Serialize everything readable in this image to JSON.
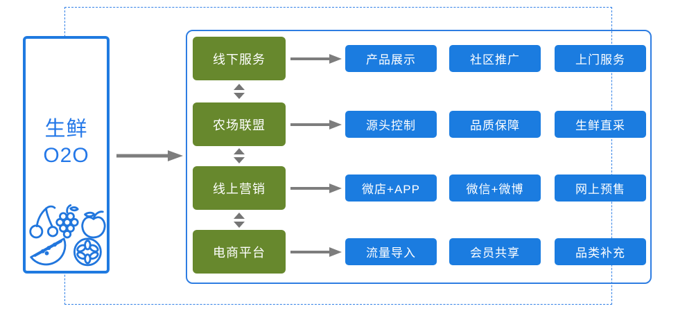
{
  "source": {
    "title_line1": "生鲜",
    "title_line2": "O2O",
    "fruit_icons": [
      "cherries-icon",
      "grapes-icon",
      "apple-icon",
      "watermelon-icon",
      "citrus-slice-icon"
    ]
  },
  "rows": [
    {
      "category": "线下服务",
      "items": [
        "产品展示",
        "社区推广",
        "上门服务"
      ]
    },
    {
      "category": "农场联盟",
      "items": [
        "源头控制",
        "品质保障",
        "生鲜直采"
      ]
    },
    {
      "category": "线上营销",
      "items": [
        "微店+APP",
        "微信+微博",
        "网上预售"
      ]
    },
    {
      "category": "电商平台",
      "items": [
        "流量导入",
        "会员共享",
        "品类补充"
      ]
    }
  ],
  "colors": {
    "accent_blue": "#1b7ce0",
    "category_green": "#67882d",
    "frame_dashed_blue": "#2f7fe6",
    "panel_border_blue": "#2e7de2",
    "arrow_gray": "#7d7d7d",
    "title_blue": "#2478e8"
  }
}
